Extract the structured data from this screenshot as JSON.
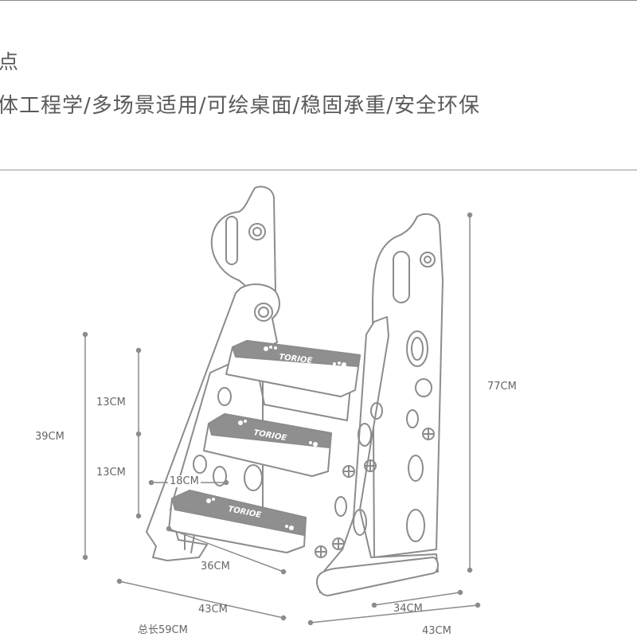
{
  "header": {
    "title_fragment": "点",
    "features_line": "体工程学/多场景适用/可绘桌面/稳固承重/安全环保"
  },
  "dimensions": {
    "overall_height": "77CM",
    "step_area_height": "39CM",
    "step_gap_upper": "13CM",
    "step_gap_lower": "13CM",
    "step_depth": "18CM",
    "step_width": "36CM",
    "base_width_front": "43CM",
    "base_depth": "34CM",
    "base_width_side": "43CM",
    "total_length": "总长59CM"
  },
  "tread_text": "TORIOE",
  "colors": {
    "line": "#8c8c8c",
    "tread": "#8f8f8f",
    "frame_fill": "#ffffff",
    "text": "#5a5a5a"
  }
}
